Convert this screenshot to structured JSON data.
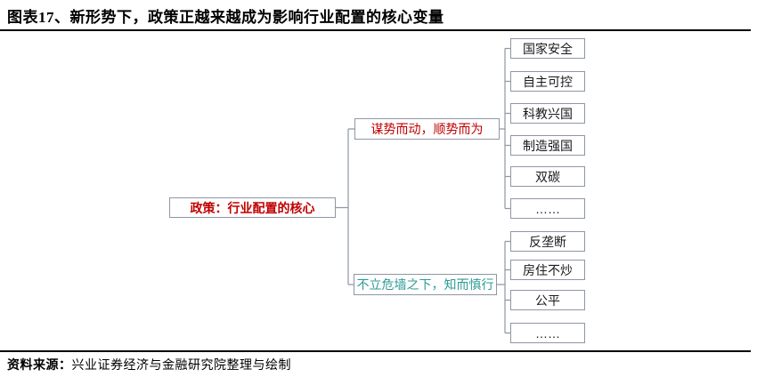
{
  "figure": {
    "title": "图表17、新形势下，政策正越来越成为影响行业配置的核心变量",
    "source_label": "资料来源：",
    "source_text": "兴业证券经济与金融研究院整理与绘制"
  },
  "colors": {
    "accent_red": "#C00000",
    "accent_teal": "#2E9B96",
    "box_border_gray": "#8F96A3",
    "rule_black": "#000000"
  },
  "tree": {
    "root": {
      "label": "政策：行业配置的核心"
    },
    "branches": [
      {
        "label": "谋势而动，顺势而为",
        "color": "#C00000",
        "leaves": [
          "国家安全",
          "自主可控",
          "科教兴国",
          "制造强国",
          "双碳",
          "……"
        ]
      },
      {
        "label": "不立危墙之下，知而慎行",
        "color": "#2E9B96",
        "leaves": [
          "反垄断",
          "房住不炒",
          "公平",
          "……"
        ]
      }
    ]
  }
}
